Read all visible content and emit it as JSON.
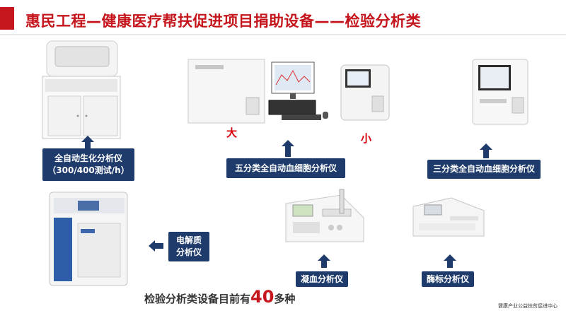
{
  "title": "惠民工程—健康医疗帮扶促进项目捐助设备——检验分析类",
  "colors": {
    "brand_red": "#c4161c",
    "label_navy": "#1f3b6b"
  },
  "devices": {
    "biochem": {
      "label_line1": "全自动生化分析仪",
      "label_line2": "（300/400测试/h）"
    },
    "five_part": {
      "label": "五分类全自动血细胞分析仪",
      "large_mark": "大",
      "small_mark": "小"
    },
    "three_part": {
      "label": "三分类全自动血细胞分析仪"
    },
    "electrolyte": {
      "label_line1": "电解质",
      "label_line2": "分析仪"
    },
    "coagulation": {
      "label": "凝血分析仪"
    },
    "elisa": {
      "label": "酶标分析仪"
    }
  },
  "footer": {
    "prefix": "检验分析类设备目前有",
    "count": "40",
    "suffix": "多种"
  },
  "corner_note": "健康产业公益扶贫促进中心"
}
